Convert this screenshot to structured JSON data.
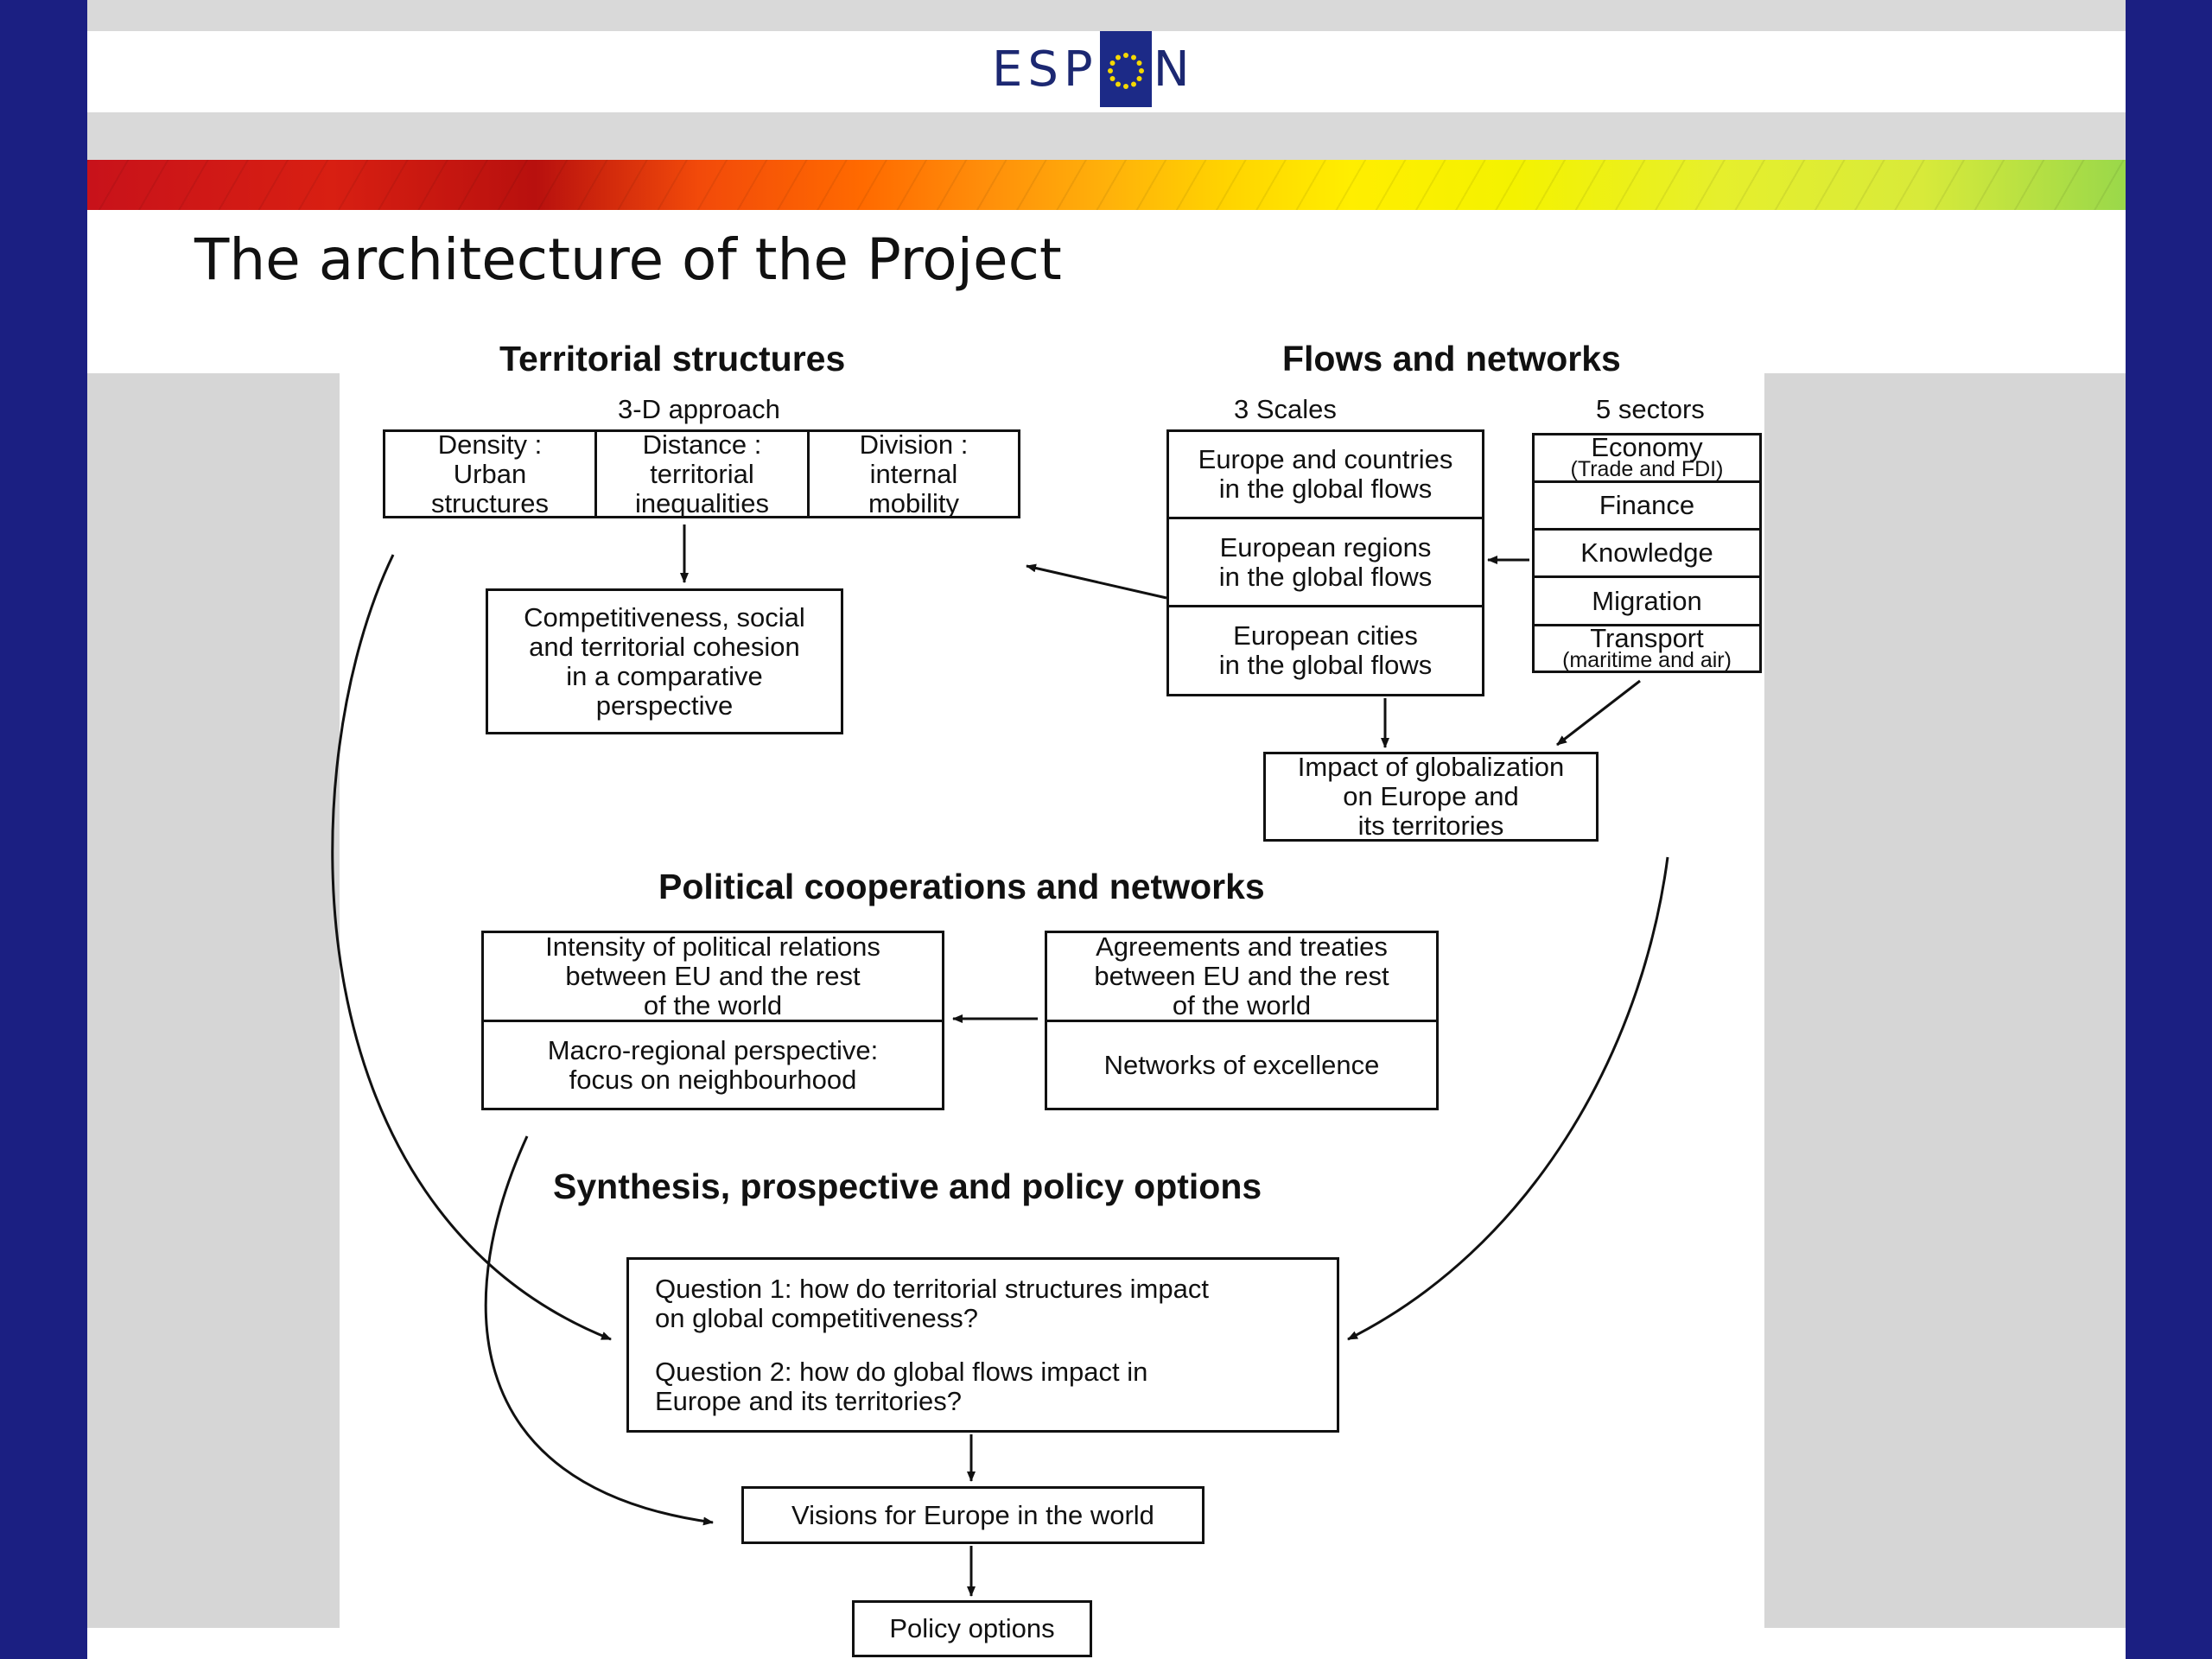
{
  "slide": {
    "logo_left": "ESP",
    "logo_right": "N",
    "title": "The architecture of the Project"
  },
  "territorial": {
    "heading": "Territorial structures",
    "approach": "3-D approach",
    "density": "Density :\nUrban\nstructures",
    "distance": "Distance :\nterritorial\ninequalities",
    "division": "Division :\ninternal\nmobility",
    "competitiveness": "Competitiveness, social\nand territorial cohesion\nin a comparative\nperspective"
  },
  "flows": {
    "heading": "Flows and networks",
    "scales_label": "3 Scales",
    "sectors_label": "5 sectors",
    "scales": [
      "Europe and countries\nin the global flows",
      "European regions\nin the global flows",
      "European cities\nin the global flows"
    ],
    "economy": "Economy",
    "economy_sub": "(Trade and FDI)",
    "finance": "Finance",
    "knowledge": "Knowledge",
    "migration": "Migration",
    "transport": "Transport",
    "transport_sub": "(maritime and air)",
    "impact": "Impact of globalization\non Europe and\nits territories"
  },
  "political": {
    "heading": "Political cooperations and networks",
    "intensity": "Intensity of political relations\nbetween EU and the rest\nof the world",
    "macro": "Macro-regional perspective:\nfocus on neighbourhood",
    "agreements": "Agreements and treaties\nbetween EU and the rest\nof the world",
    "networks": "Networks of excellence"
  },
  "synthesis": {
    "heading": "Synthesis, prospective and policy options",
    "q1": "Question 1: how do territorial structures impact\non global competitiveness?",
    "q2": "Question 2: how do global flows impact in\nEurope and its territories?",
    "visions": "Visions for Europe in the world",
    "policy": "Policy options"
  },
  "colors": {
    "frame": "#1b1f82",
    "panel_side": "#d6d6d6",
    "logo_blue": "#1c2a87",
    "star": "#f5d800"
  }
}
